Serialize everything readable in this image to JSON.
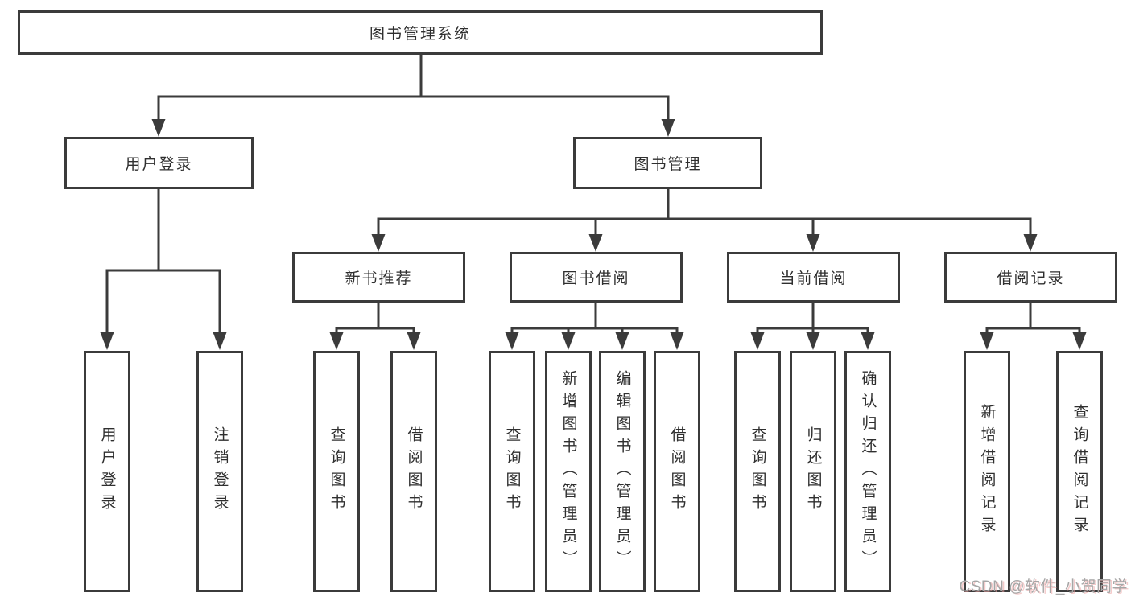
{
  "colors": {
    "line": "#3b3b3b",
    "text": "#2f2f2f",
    "background": "#ffffff",
    "watermark": "#a6a6a6"
  },
  "tree": {
    "root": {
      "label": "图书管理系统"
    },
    "branches": [
      {
        "label": "用户登录",
        "leaves": [
          {
            "label": "用户登录"
          },
          {
            "label": "注销登录"
          }
        ]
      },
      {
        "label": "图书管理",
        "groups": [
          {
            "label": "新书推荐",
            "leaves": [
              {
                "label": "查询图书"
              },
              {
                "label": "借阅图书"
              }
            ]
          },
          {
            "label": "图书借阅",
            "leaves": [
              {
                "label": "查询图书"
              },
              {
                "label": "新增图书（管理员）"
              },
              {
                "label": "编辑图书（管理员）"
              },
              {
                "label": "借阅图书"
              }
            ]
          },
          {
            "label": "当前借阅",
            "leaves": [
              {
                "label": "查询图书"
              },
              {
                "label": "归还图书"
              },
              {
                "label": "确认归还（管理员）"
              }
            ]
          },
          {
            "label": "借阅记录",
            "leaves": [
              {
                "label": "新增借阅记录"
              },
              {
                "label": "查询借阅记录"
              }
            ]
          }
        ]
      }
    ]
  },
  "watermark": {
    "text": "CSDN @软件_小贺同学"
  }
}
